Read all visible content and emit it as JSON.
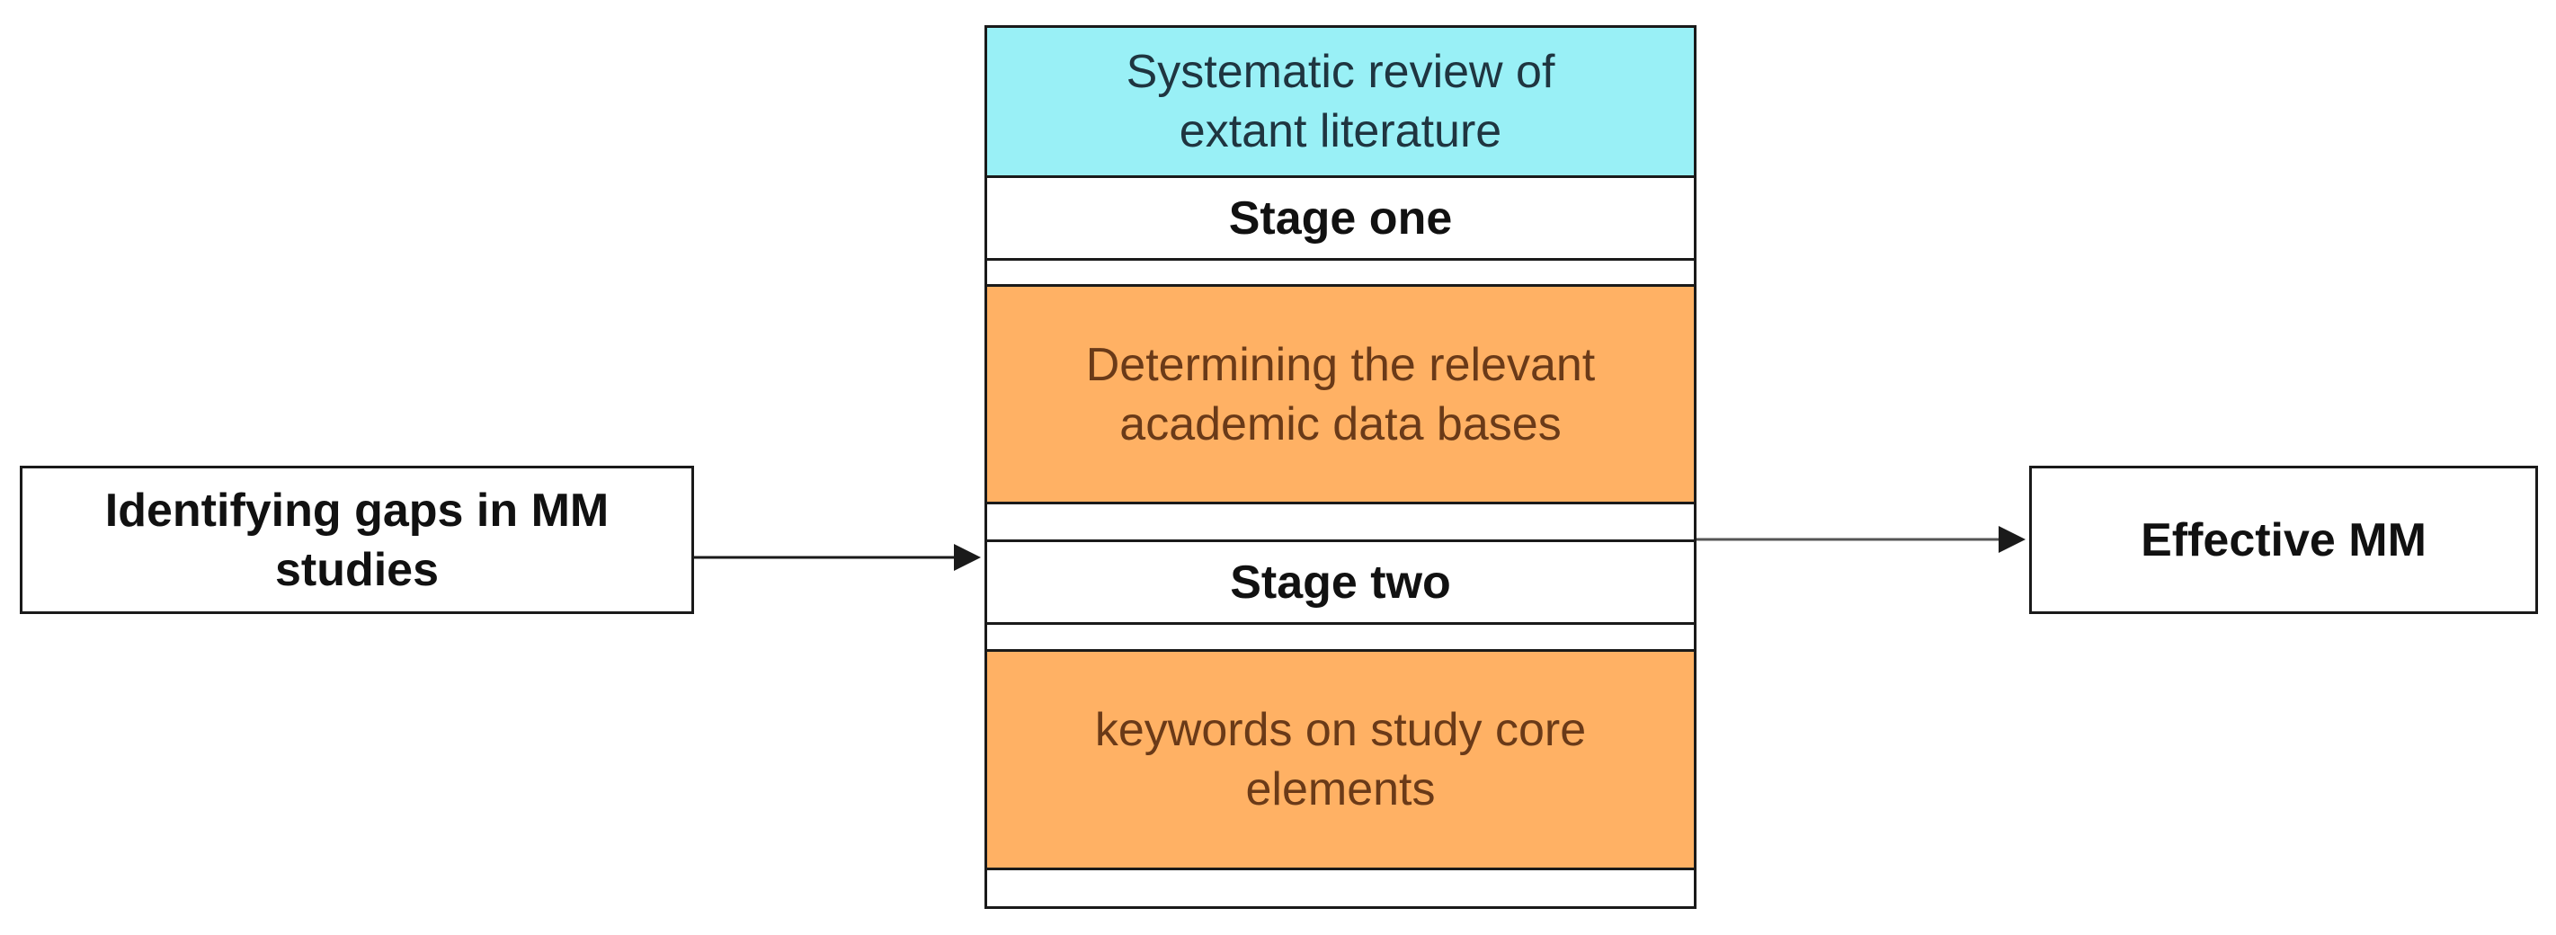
{
  "left_box": {
    "text": "Identifying gaps  in MM studies"
  },
  "center_column": {
    "title": "Systematic review of extant literature",
    "stage_one_label": "Stage one",
    "stage_one_step": "Determining the relevant academic data bases",
    "stage_two_label": "Stage two",
    "stage_two_step": "keywords on study core elements"
  },
  "right_box": {
    "text": "Effective MM"
  },
  "colors": {
    "title_fill": "#99f0f6",
    "step_fill": "#ffb164",
    "step_text": "#6a3a18",
    "border": "#1a1a1a"
  }
}
